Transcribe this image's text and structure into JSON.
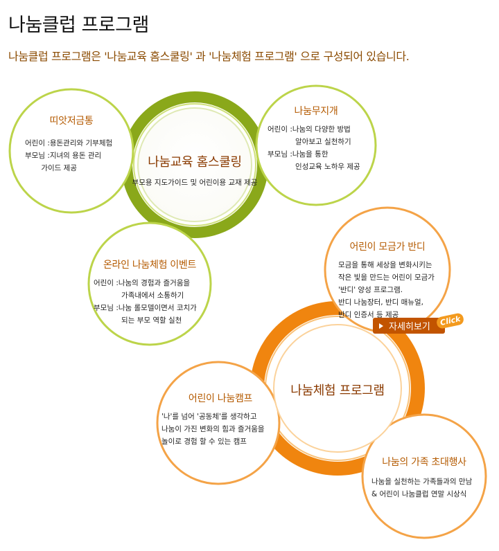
{
  "title": "나눔클럽 프로그램",
  "intro": "나눔클럽 프로그램은 '나눔교육 홈스쿨링' 과 '나눔체험 프로그램' 으로 구성되어 있습니다.",
  "colors": {
    "green": "#8aa81a",
    "green_light": "#cfe07a",
    "orange": "#f0850f",
    "orange_light": "#f9c27a",
    "title_brown": "#8a4a00"
  },
  "hub_green": {
    "title": "나눔교육 홈스쿨링",
    "subtitle": "부모용 지도가이드 및 어린이용 교재 제공"
  },
  "piggy": {
    "title": "띠앗저금통",
    "lines": [
      {
        "label": "어린이 : ",
        "text": "용돈관리와 기부체험"
      },
      {
        "label": "부모님 : ",
        "text": "지녀의 용돈 관리"
      },
      {
        "label": "",
        "text": "       가이드 제공"
      }
    ]
  },
  "rainbow": {
    "title": "나눔무지개",
    "lines": [
      {
        "label": "어린이 : ",
        "text": "나눔의 다양한 방법"
      },
      {
        "label": "",
        "text": "            알아보고 실천하기"
      },
      {
        "label": "부모님 : ",
        "text": "나눔을 통한"
      },
      {
        "label": "",
        "text": "            인성교육 노하우 제공"
      }
    ]
  },
  "online_event": {
    "title": "온라인 나눔체험 이벤트",
    "lines": [
      {
        "label": "어린이 : ",
        "text": "나눔의 경험과 즐거움을"
      },
      {
        "label": "",
        "text": "            가족내에서 소통하기"
      },
      {
        "label": "부모님 : ",
        "text": "나눔 롤모델이면서 코치가"
      },
      {
        "label": "",
        "text": "            되는 부모 역할 실천"
      }
    ]
  },
  "coin": {
    "title": "어린이 모금가 반디",
    "lines": [
      "모금을 통해 세상을 변화시키는",
      "작은 빛을 만드는 어린이 모금가",
      "'반디' 양성 프로그램.",
      "반디 나눔장터, 반디 매뉴얼,",
      "반디 인증서 등 제공"
    ],
    "button_label": "자세히보기",
    "click_tag": "Click"
  },
  "hub_orange": {
    "title": "나눔체험 프로그램"
  },
  "camp": {
    "title": "어린이 나눔캠프",
    "lines": [
      "'나'를 넘어 '공동체'를 생각하고",
      "나눔이 가진 변화의 힘과 즐거움을",
      "놀이로 경험 할 수 있는 캠프"
    ]
  },
  "family": {
    "title": "나눔의 가족 초대행사",
    "lines": [
      "나눔을 실천하는 가족들과의 만남",
      "& 어린이 나눔클럽 연말 시상식"
    ]
  }
}
